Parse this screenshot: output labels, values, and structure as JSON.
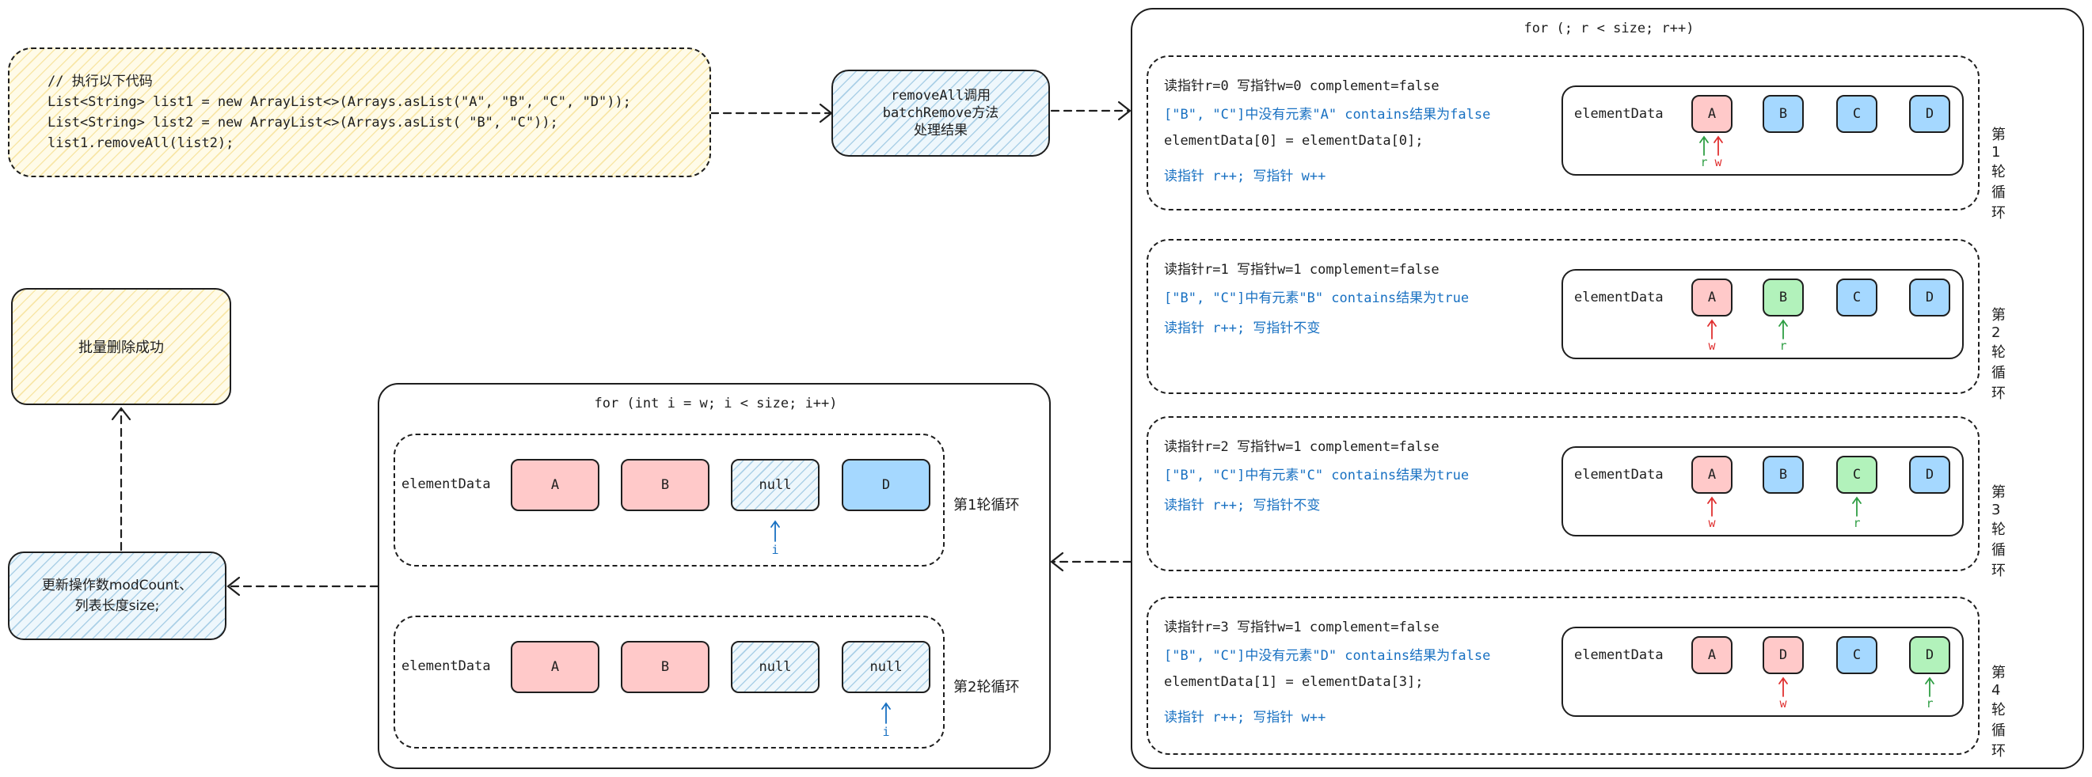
{
  "code_box": {
    "lines": [
      "// 执行以下代码",
      "List<String> list1 = new ArrayList<>(Arrays.asList(\"A\", \"B\", \"C\", \"D\"));",
      "List<String> list2 = new ArrayList<>(Arrays.asList( \"B\", \"C\"));",
      "list1.removeAll(list2);"
    ]
  },
  "remove_box": {
    "lines": [
      "removeAll调用",
      "batchRemove方法",
      "处理结果"
    ]
  },
  "success_box": {
    "label": "批量删除成功"
  },
  "update_box": {
    "lines": [
      "更新操作数modCount、",
      "列表长度size;"
    ]
  },
  "outer_loop": {
    "title": "for (; r < size; r++)",
    "iterations": [
      {
        "line1": "读指针r=0  写指针w=0 complement=false",
        "line2": "[\"B\", \"C\"]中没有元素\"A\" contains结果为false",
        "line3": "elementData[0] = elementData[0];",
        "line4": "读指针 r++; 写指针 w++",
        "label": "第1轮循环",
        "array_label": "elementData",
        "cells": [
          "A",
          "B",
          "C",
          "D"
        ],
        "ptr_r": "r",
        "ptr_w": "w"
      },
      {
        "line1": "读指针r=1  写指针w=1 complement=false",
        "line2": "[\"B\", \"C\"]中有元素\"B\" contains结果为true",
        "line3": "读指针 r++; 写指针不变",
        "label": "第2轮循环",
        "array_label": "elementData",
        "cells": [
          "A",
          "B",
          "C",
          "D"
        ],
        "ptr_r": "r",
        "ptr_w": "w"
      },
      {
        "line1": "读指针r=2  写指针w=1 complement=false",
        "line2": "[\"B\", \"C\"]中有元素\"C\" contains结果为true",
        "line3": "读指针 r++; 写指针不变",
        "label": "第3轮循环",
        "array_label": "elementData",
        "cells": [
          "A",
          "B",
          "C",
          "D"
        ],
        "ptr_r": "r",
        "ptr_w": "w"
      },
      {
        "line1": "读指针r=3  写指针w=1 complement=false",
        "line2": "[\"B\", \"C\"]中没有元素\"D\" contains结果为false",
        "line3": "elementData[1] = elementData[3];",
        "line4": "读指针 r++; 写指针 w++",
        "label": "第4轮循环",
        "array_label": "elementData",
        "cells": [
          "A",
          "D",
          "C",
          "D"
        ],
        "ptr_r": "r",
        "ptr_w": "w"
      }
    ]
  },
  "inner_loop": {
    "title": "for (int i = w; i < size; i++)",
    "iterations": [
      {
        "array_label": "elementData",
        "cells": [
          "A",
          "B",
          "null",
          "D"
        ],
        "ptr_i": "i",
        "label": "第1轮循环"
      },
      {
        "array_label": "elementData",
        "cells": [
          "A",
          "B",
          "null",
          "null"
        ],
        "ptr_i": "i",
        "label": "第2轮循环"
      }
    ]
  },
  "colors": {
    "red_cell": "#ffc9c9",
    "blue_cell": "#a5d8ff",
    "green_cell": "#b2f2bb",
    "pointer_r": "#2f9e44",
    "pointer_w": "#e03131",
    "pointer_i": "#1971c2",
    "highlight_text": "#1971c2"
  }
}
